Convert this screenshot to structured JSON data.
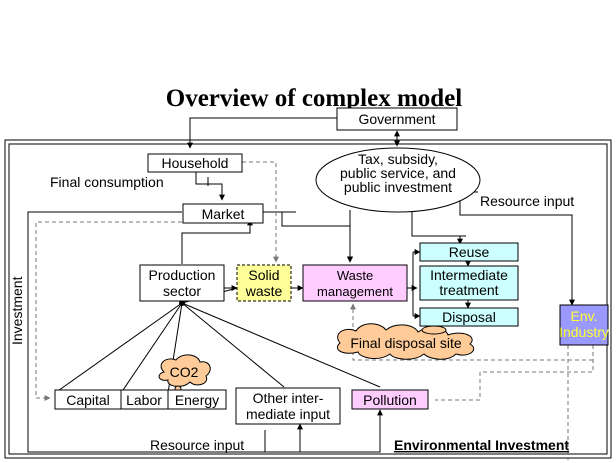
{
  "title": "Overview of complex model",
  "nodes": {
    "government": "Government",
    "household": "Household",
    "tax_lines": [
      "Tax, subsidy,",
      "public service, and",
      "public investment"
    ],
    "market": "Market",
    "production_lines": [
      "Production",
      "sector"
    ],
    "solid_waste_lines": [
      "Solid",
      "waste"
    ],
    "waste_mgmt_lines": [
      "Waste",
      "management"
    ],
    "reuse": "Reuse",
    "intermediate_lines": [
      "Intermediate",
      "treatment"
    ],
    "disposal": "Disposal",
    "final_disposal": "Final disposal site",
    "env_industry_lines": [
      "Env.",
      "Industry"
    ],
    "capital": "Capital",
    "labor": "Labor",
    "energy": "Energy",
    "co2": "CO2",
    "other_input_lines": [
      "Other inter-",
      "mediate input"
    ],
    "pollution": "Pollution"
  },
  "labels": {
    "final_consumption": "Final consumption",
    "resource_input_top": "Resource input",
    "investment": "Investment",
    "resource_input_bottom": "Resource input",
    "environmental_investment": "Environmental Investment"
  },
  "colors": {
    "solid_waste": "#ffff99",
    "waste_management": "#ffccff",
    "reuse": "#ccffff",
    "env_industry": "#9999ff",
    "cloud": "#ffcc99",
    "pollution": "#ffccff"
  }
}
